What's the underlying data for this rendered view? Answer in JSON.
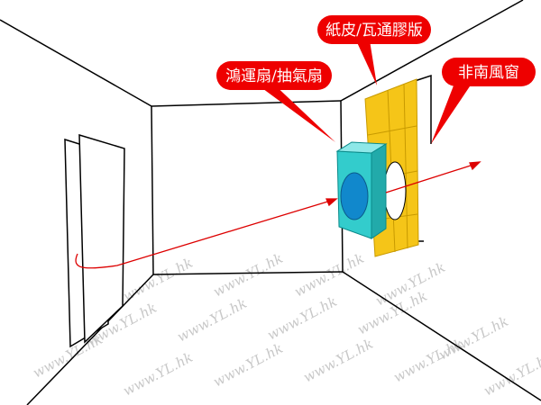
{
  "labels": {
    "panel": "紙皮/瓦通膠版",
    "fan": "鴻運扇/抽氣扇",
    "window": "非南風窗"
  },
  "watermark": "www.YL.hk",
  "colors": {
    "callout": "#ee0000",
    "fan": "#33cccc",
    "fan_disc": "#1188cc",
    "panel": "#f5c518",
    "arrow": "#dd0000"
  }
}
